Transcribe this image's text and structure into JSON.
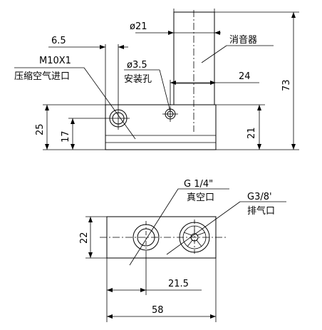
{
  "labels": {
    "phi21": "ø21",
    "muffler": "消音器",
    "dim_6_5": "6.5",
    "m10": "M10X1",
    "inlet": "压缩空气进口",
    "phi3_5": "ø3.5",
    "mount_hole": "安装孔",
    "dim_24": "24",
    "dim_73": "73",
    "dim_25": "25",
    "dim_17": "17",
    "dim_21v": "21",
    "g14": "G 1/4\"",
    "vacuum_port": "真空口",
    "g38": "G3/8'",
    "exhaust_port": "排气口",
    "dim_22": "22",
    "dim_21_5": "21.5",
    "dim_58": "58"
  }
}
